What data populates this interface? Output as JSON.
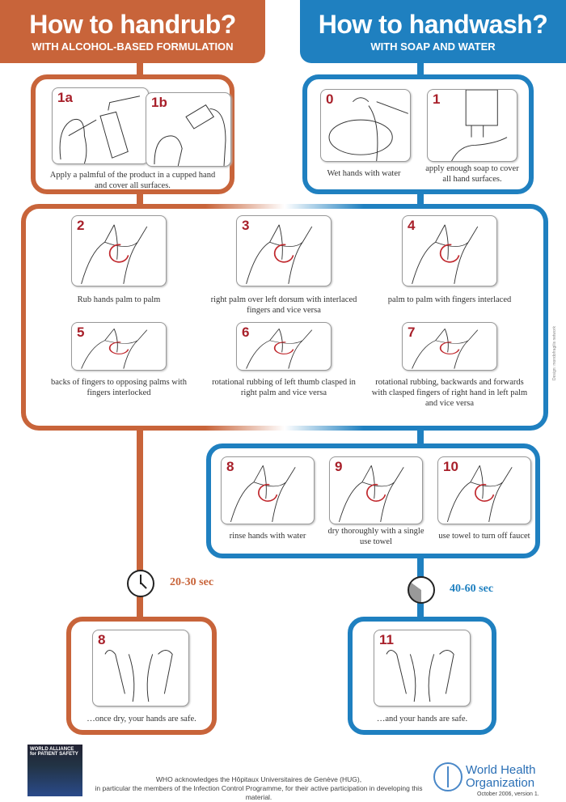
{
  "handrub": {
    "title": "How to handrub?",
    "subtitle": "WITH ALCOHOL-BASED FORMULATION",
    "step1a": "1a",
    "step1b": "1b",
    "step1_caption": "Apply a palmful of the product in a cupped hand and cover all surfaces.",
    "time": "20-30 sec",
    "final_num": "8",
    "final_caption": "…once dry, your hands are safe."
  },
  "handwash": {
    "title": "How to handwash?",
    "subtitle": "WITH SOAP AND WATER",
    "step0": "0",
    "step0_caption": "Wet hands with water",
    "step1": "1",
    "step1_caption": "apply enough soap to cover all hand surfaces.",
    "time": "40-60 sec",
    "final_num": "11",
    "final_caption": "…and your hands are safe."
  },
  "common_steps": [
    {
      "num": "2",
      "caption": "Rub hands palm to palm"
    },
    {
      "num": "3",
      "caption": "right palm over left dorsum with interlaced fingers and vice versa"
    },
    {
      "num": "4",
      "caption": "palm to palm with fingers interlaced"
    },
    {
      "num": "5",
      "caption": "backs of fingers to opposing palms with fingers interlocked"
    },
    {
      "num": "6",
      "caption": "rotational rubbing of left thumb clasped in right palm and vice versa"
    },
    {
      "num": "7",
      "caption": "rotational rubbing, backwards and forwards with clasped fingers of right hand in left palm and vice versa"
    }
  ],
  "wash_steps": [
    {
      "num": "8",
      "caption": "rinse hands with water"
    },
    {
      "num": "9",
      "caption": "dry thoroughly with a single use towel"
    },
    {
      "num": "10",
      "caption": "use towel to turn off faucet"
    }
  ],
  "design_credit": "Design: mondofragilis network",
  "footer": {
    "alliance_logo": "WORLD ALLIANCE for PATIENT SAFETY",
    "ack_line1": "WHO acknowledges the Hôpitaux Universitaires de Genève (HUG),",
    "ack_line2": "in particular the members of the Infection Control Programme, for their active participation in developing this material.",
    "who_line1": "World Health",
    "who_line2": "Organization",
    "version": "October 2006, version 1."
  },
  "colors": {
    "handrub": "#c8643a",
    "handwash": "#1f80c0",
    "step_number": "#a8202a"
  }
}
